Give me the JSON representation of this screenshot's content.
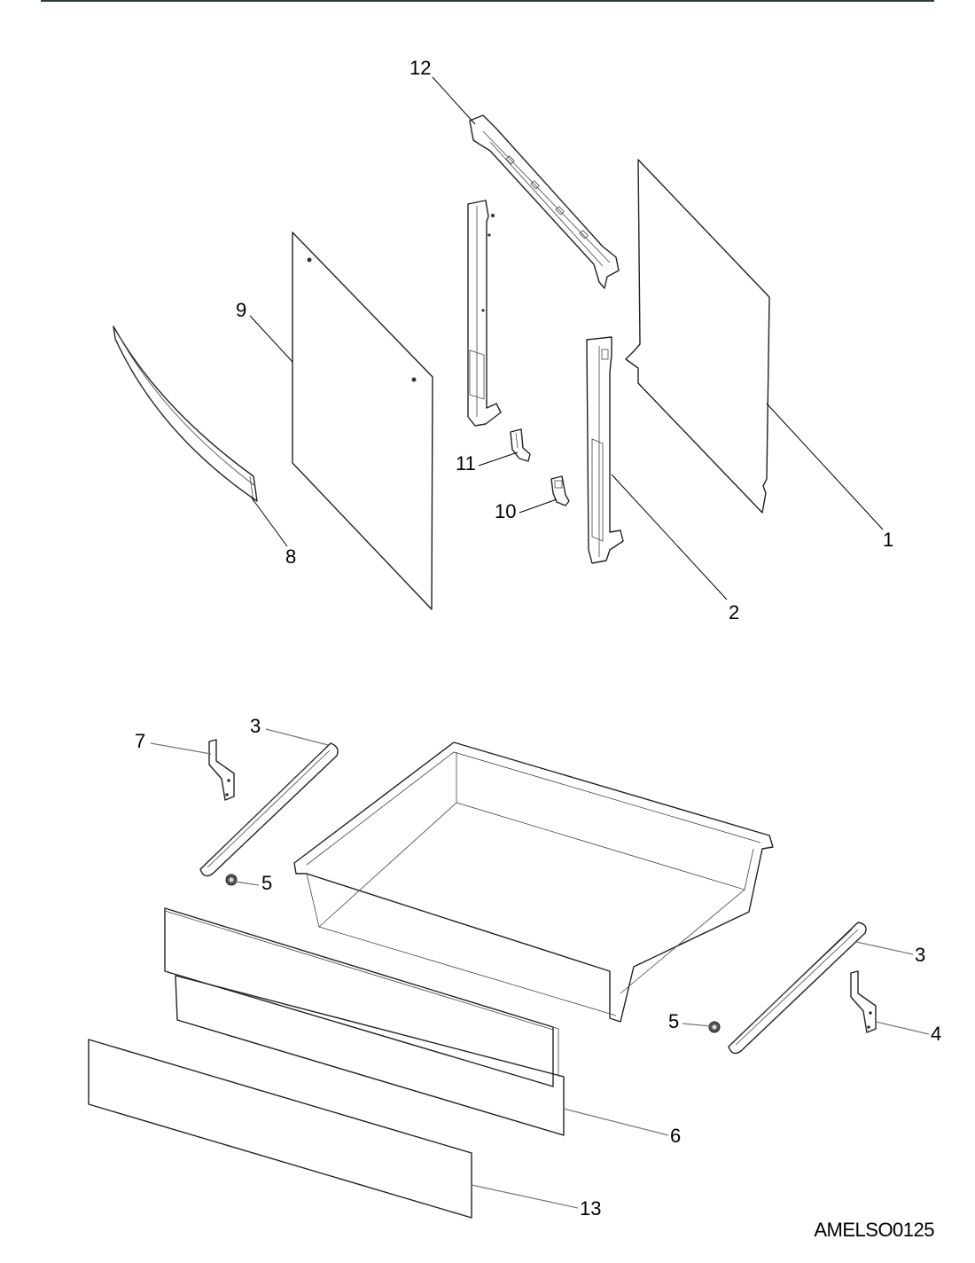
{
  "diagram": {
    "callouts": [
      "12",
      "9",
      "8",
      "11",
      "10",
      "2",
      "1",
      "3",
      "7",
      "5",
      "3",
      "5",
      "4",
      "6",
      "13"
    ],
    "drawing_code": "AMELSO0125"
  }
}
